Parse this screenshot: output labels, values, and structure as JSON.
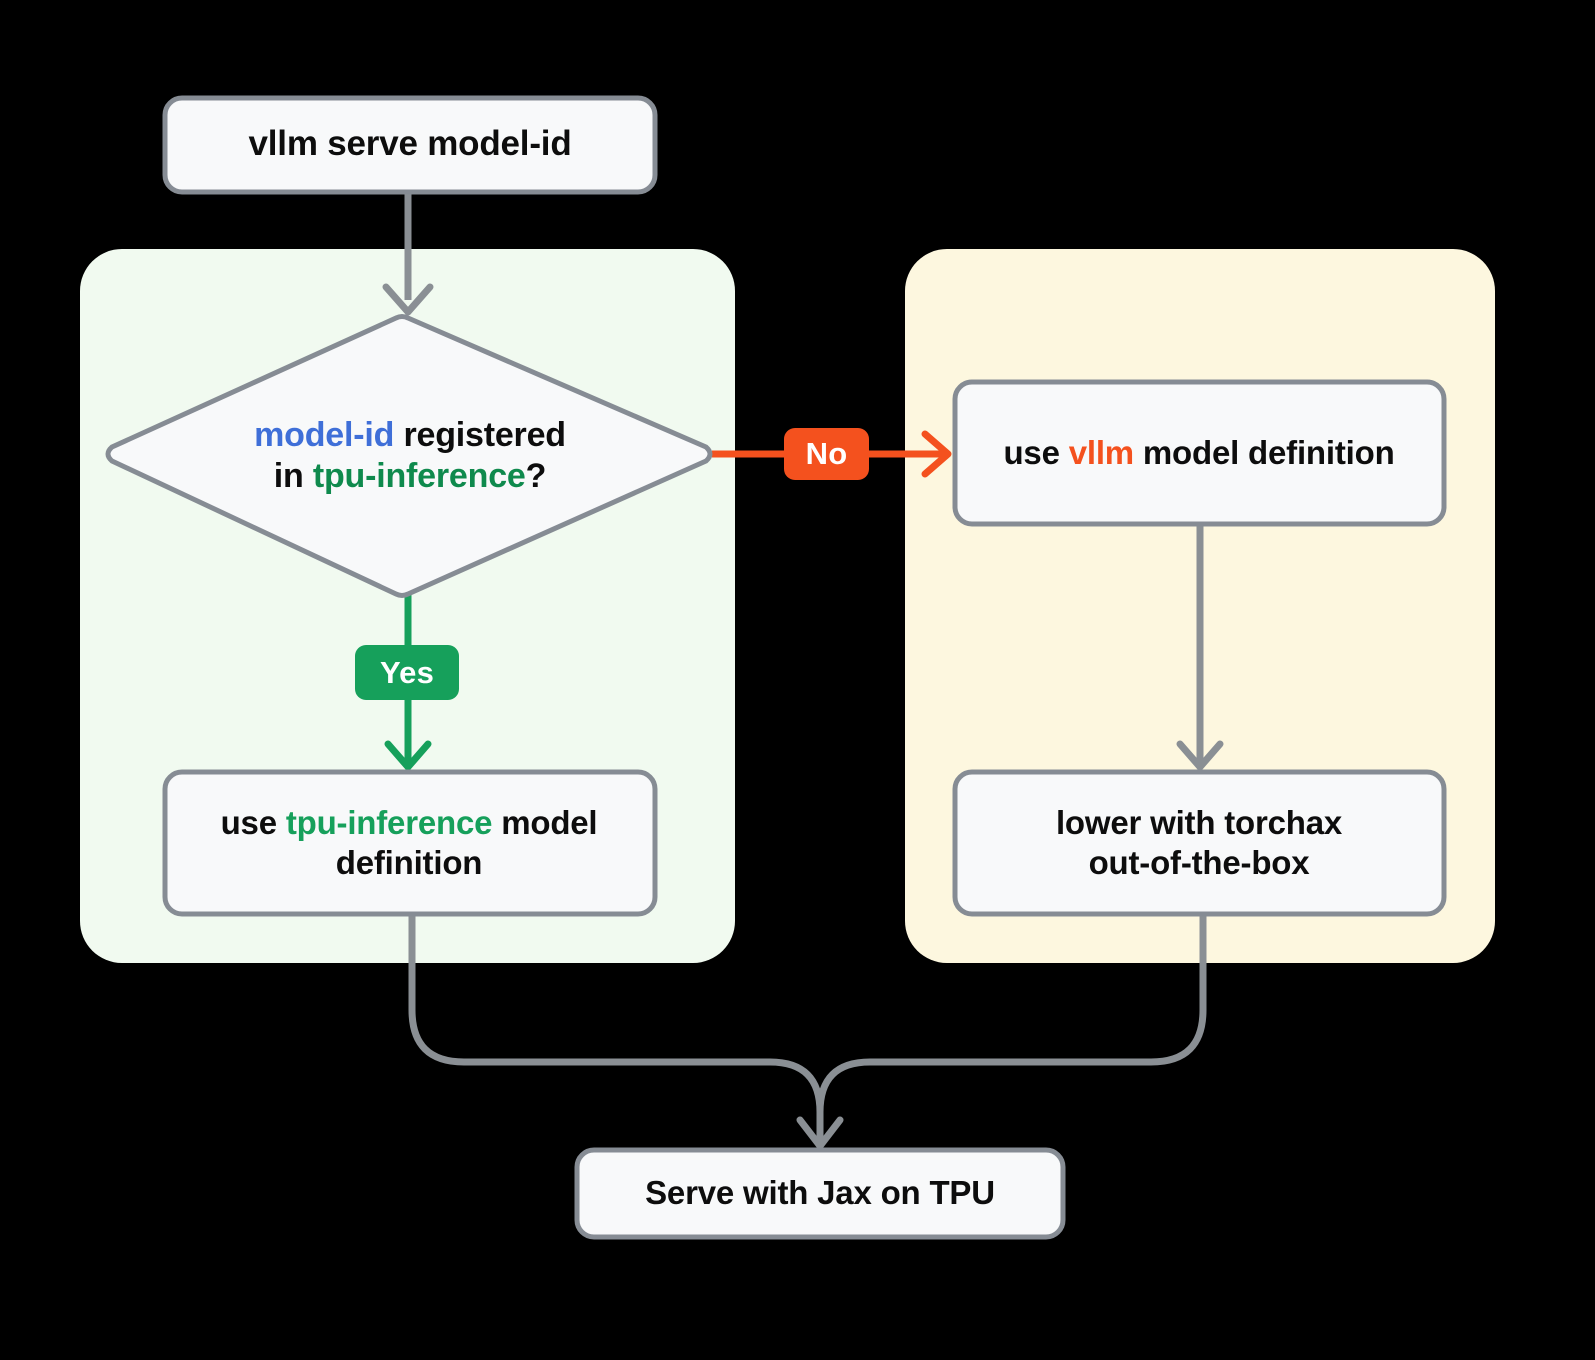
{
  "meta": {
    "title": "vllm serve model-id routing flowchart",
    "background": "#000000"
  },
  "palette": {
    "panel_green": "#f1faf0",
    "panel_cream": "#fdf7df",
    "node_fill": "#f8f9fa",
    "node_stroke": "#868c94",
    "edge_gray": "#8a8f94",
    "accent_blue": "#3f6fd8",
    "accent_green_dark": "#0f8a4d",
    "accent_green": "#16a05b",
    "accent_orange": "#f4511e",
    "text_black": "#0d0d0d",
    "label_text": "#ffffff"
  },
  "panels": {
    "left": {
      "name": "tpu-inference-path-panel",
      "fill": "#f1faf0"
    },
    "right": {
      "name": "vllm-path-panel",
      "fill": "#fdf7df"
    }
  },
  "nodes": {
    "start": {
      "shape": "rounded-rect",
      "text": "vllm serve model-id",
      "parts": [
        {
          "text": "vllm serve model-id",
          "color": "black"
        }
      ]
    },
    "decision": {
      "shape": "diamond",
      "text": "model-id registered in tpu-inference?",
      "line1": [
        {
          "text": "model-id",
          "color": "blue"
        },
        {
          "text": " registered",
          "color": "black"
        }
      ],
      "line2": [
        {
          "text": "in ",
          "color": "black"
        },
        {
          "text": "tpu-inference",
          "color": "green"
        },
        {
          "text": "?",
          "color": "black"
        }
      ]
    },
    "left_output": {
      "shape": "rounded-rect",
      "text": "use tpu-inference model definition",
      "parts": [
        {
          "text": "use ",
          "color": "black"
        },
        {
          "text": "tpu-inference",
          "color": "green2"
        },
        {
          "text": " model definition",
          "color": "black"
        }
      ]
    },
    "right_input": {
      "shape": "rounded-rect",
      "text": "use vllm model definition",
      "parts": [
        {
          "text": "use ",
          "color": "black"
        },
        {
          "text": "vllm",
          "color": "orange"
        },
        {
          "text": " model definition",
          "color": "black"
        }
      ]
    },
    "right_output": {
      "shape": "rounded-rect",
      "text": "lower with torchax out-of-the-box",
      "line1": "lower with torchax",
      "line2": "out-of-the-box"
    },
    "final": {
      "shape": "rounded-rect",
      "text": "Serve with Jax on TPU",
      "parts": [
        {
          "text": "Serve with Jax on TPU",
          "color": "black"
        }
      ]
    }
  },
  "edges": {
    "start_to_decision": {
      "label": "",
      "color": "#8a8f94",
      "arrow": true
    },
    "decision_yes": {
      "label": "Yes",
      "color": "#16a05b",
      "arrow": true
    },
    "decision_no": {
      "label": "No",
      "color": "#f4511e",
      "arrow": true
    },
    "right_in_to_right_out": {
      "label": "",
      "color": "#8a8f94",
      "arrow": true
    },
    "left_out_to_final": {
      "label": "",
      "color": "#8a8f94",
      "arrow": true
    },
    "right_out_to_final": {
      "label": "",
      "color": "#8a8f94",
      "arrow": true
    }
  }
}
